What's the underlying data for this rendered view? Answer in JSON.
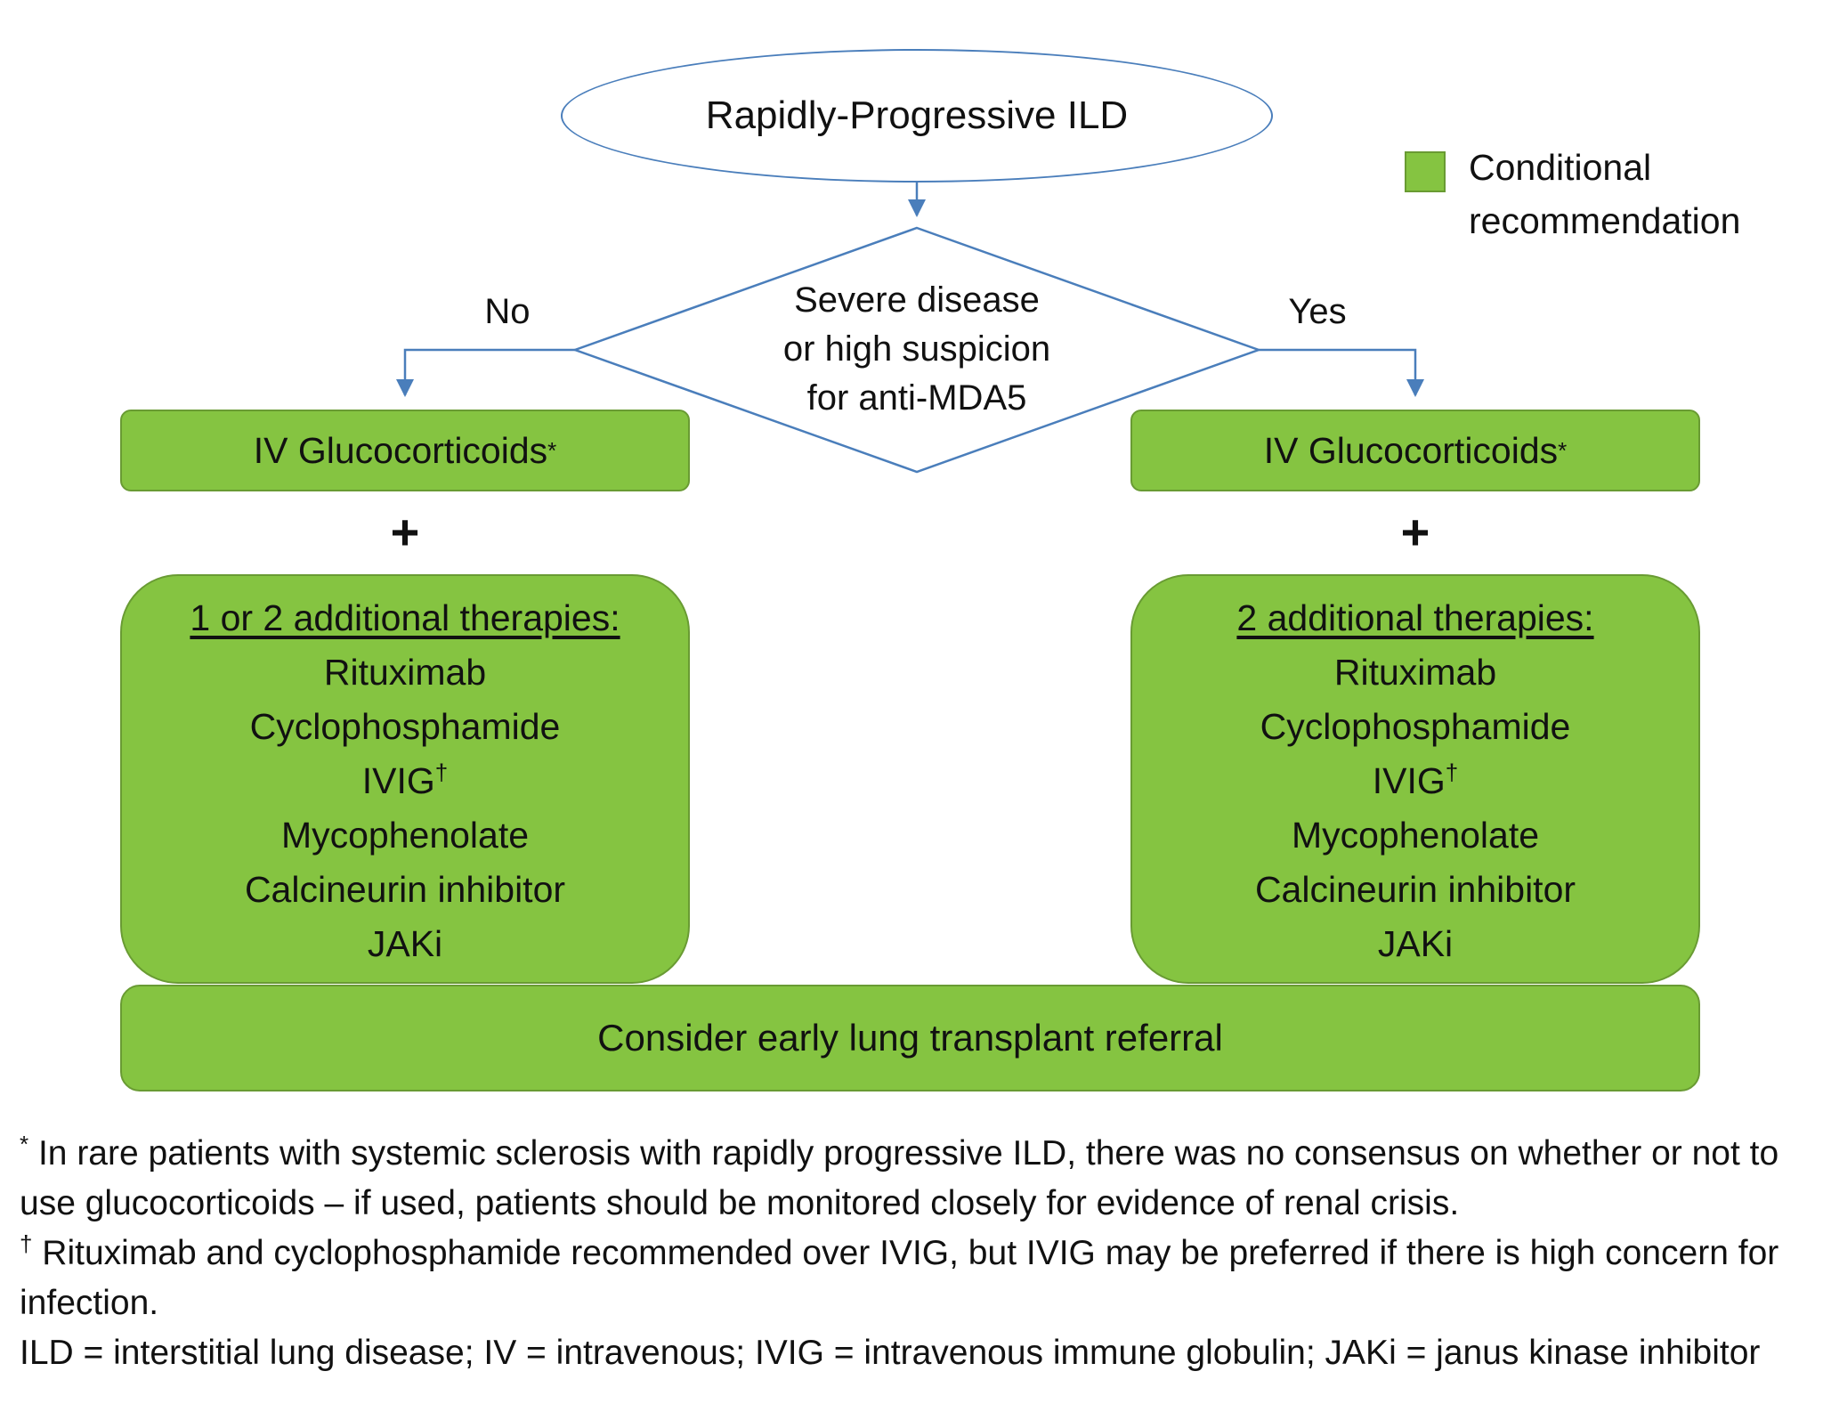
{
  "colors": {
    "green_fill": "#85c441",
    "green_border": "#699b33",
    "blue_line": "#4a7ebb",
    "text": "#111111"
  },
  "legend": {
    "label": "Conditional recommendation"
  },
  "nodes": {
    "start": "Rapidly-Progressive ILD",
    "decision_lines": [
      "Severe disease",
      "or high suspicion",
      "for anti-MDA5"
    ],
    "branch_no": "No",
    "branch_yes": "Yes",
    "left_treatment": {
      "label": "IV Glucocorticoids",
      "sup": "*"
    },
    "right_treatment": {
      "label": "IV Glucocorticoids",
      "sup": "*"
    },
    "plus_left": "+",
    "plus_right": "+",
    "bottom_bar": "Consider early lung transplant referral"
  },
  "therapies": {
    "left_header": "1 or 2 additional therapies:",
    "right_header": "2 additional therapies:",
    "items": [
      {
        "text": "Rituximab",
        "sup": ""
      },
      {
        "text": "Cyclophosphamide",
        "sup": ""
      },
      {
        "text": "IVIG",
        "sup": "†"
      },
      {
        "text": "Mycophenolate",
        "sup": ""
      },
      {
        "text": "Calcineurin inhibitor",
        "sup": ""
      },
      {
        "text": "JAKi",
        "sup": ""
      }
    ]
  },
  "footnotes": [
    {
      "sup": "*",
      "text": " In rare patients with systemic sclerosis with rapidly progressive ILD, there was no consensus on whether or not to use glucocorticoids – if used, patients should be monitored closely for evidence of renal crisis."
    },
    {
      "sup": "†",
      "text": " Rituximab and cyclophosphamide recommended over IVIG, but IVIG may be preferred if there is high concern for infection."
    },
    {
      "sup": "",
      "text": "ILD = interstitial lung disease; IV = intravenous; IVIG = intravenous immune globulin; JAKi = janus kinase inhibitor"
    }
  ]
}
